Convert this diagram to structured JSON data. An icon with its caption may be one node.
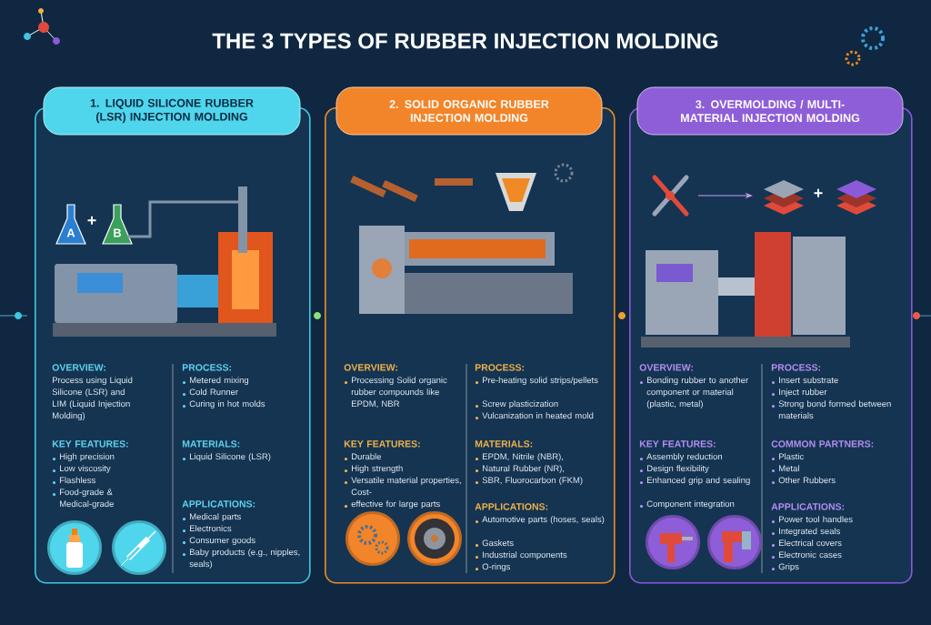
{
  "diagram": {
    "title": "THE 3 TYPES OF RUBBER INJECTION MOLDING",
    "nodes": [
      {
        "text": [],
        "shape": "box"
      },
      {
        "text": [
          "1. LIQUID SILICONE RUBBER (LSR) INJECTION MOLDING"
        ]
      },
      {
        "text": [],
        "shape": "box"
      },
      {
        "text": [
          "2. SOLID ORGANIC RUBBER INJECTION MOLDING"
        ]
      },
      {
        "text": [],
        "shape": "box"
      },
      {
        "text": [
          "3. OVERMOLDING / MULTI-MATERIAL INJECTION MOLDING"
        ]
      }
    ],
    "labels": [
      "A",
      "+",
      "B",
      "+",
      "OVERVIEW:",
      "Process using Liquid Silicone (LSR) and LIM (Liquid Injection Molding)",
      "KEY FEATURES:",
      "High precision",
      "Low viscosity",
      "Flashless",
      "Food-grade & Medical-grade",
      "PROCESS:",
      "Metered mixing",
      "Cold Runner",
      "Curing in hot molds",
      "MATERIALS:",
      "Liquid Silicone (LSR)",
      "APPLICATIONS:",
      "Medical parts",
      "Electronics",
      "Consumer goods",
      "Baby products (e.g., nipples, seals)",
      "OVERVIEW:",
      "Processing Solid organic rubber compounds like EPDM, NBR",
      "KEY FEATURES:",
      "Durable",
      "High strength",
      "Versatile material properties, Cost-",
      "effective for large parts",
      "PROCESS:",
      "Pre-heating solid strips/pellets",
      "Screw plasticization",
      "Vulcanization in heated mold",
      "MATERIALS:",
      "EPDM, Nitrile (NBR),",
      "Natural Rubber (NR),",
      "SBR, Fluorocarbon (FKM)",
      "APPLICATIONS:",
      "Automotive parts (hoses, seals)",
      "Gaskets",
      "Industrial components",
      "O-rings",
      "OVERVIEW:",
      "Bonding rubber to another component or material (plastic, metal)",
      "KEY FEATURES:",
      "Assembly reduction",
      "Design flexibility",
      "Enhanced grip and sealing",
      "Component integration",
      "PROCESS:",
      "Insert substrate",
      "Inject rubber",
      "Strong bond formed between materials",
      "COMMON PARTNERS:",
      "Plastic",
      "Metal",
      "Other Rubbers",
      "APPLICATIONS:",
      "Power tool handles",
      "Integrated seals",
      "Electrical covers",
      "Electronic cases",
      "Grips"
    ]
  }
}
